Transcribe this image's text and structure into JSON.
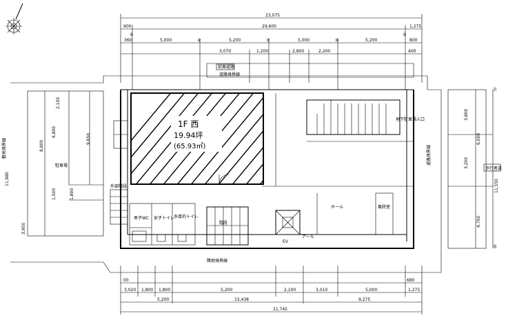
{
  "unit": {
    "floor": "1F 西",
    "area_tsubo": "19.94坪",
    "area_m2": "(65.93㎡)"
  },
  "dims_top": {
    "overall": "23,075",
    "span_main": "29,600",
    "right_end": "1,275",
    "left_end": "900",
    "sub_left": "360",
    "seg1": "5,000",
    "seg2": "5,200",
    "seg3": "5,000",
    "seg4": "5,200",
    "right_sub": "800",
    "row2_a": "3,070",
    "row2_b": "1,200",
    "row2_c": "2,800",
    "row2_d": "2,200",
    "row2_e": "400"
  },
  "dims_bottom": {
    "a": "3,020",
    "b": "1,800",
    "c": "1,800",
    "d": "5,200",
    "e": "2,100",
    "f": "3,010",
    "g": "5,000",
    "h": "1,275",
    "row2_a": "5,200",
    "row2_b": "15,438",
    "row2_c": "9,275",
    "overall": "21,745",
    "left_small": "00",
    "right_small": "680"
  },
  "dims_left": {
    "total": "11,980",
    "a": "2,100",
    "b": "6,800",
    "c": "8,800",
    "d": "9,650",
    "e": "1,800",
    "f": "1,500",
    "g": "3,950"
  },
  "dims_right": {
    "a": "3,800",
    "b": "6,000",
    "c": "3,200",
    "d": "4,700",
    "total": "11,550"
  },
  "grid_markers": {
    "top": [
      "①",
      "②",
      "③",
      "④",
      "⑤"
    ],
    "right_top": "Ⓐ",
    "right_bottom": "Ⓑ"
  },
  "labels": {
    "parking": "駐車場",
    "hall": "ホール",
    "ev": "EV",
    "stairs": "階段",
    "wc_m": "男子WC",
    "wc_f": "女子トイレ",
    "wc_x": "多目的トイレ",
    "outdoor_stair": "外部階段",
    "road_top": "前面道路",
    "road_right": "歩行者道",
    "road_bottom": "隣地境界線",
    "road_left": "敷地境界線",
    "entrance": "風除室",
    "alley": "地下駐車場入口",
    "boundary_top": "道路境界線",
    "boundary_right": "道路境界線",
    "bottom_right_text": "アール"
  }
}
